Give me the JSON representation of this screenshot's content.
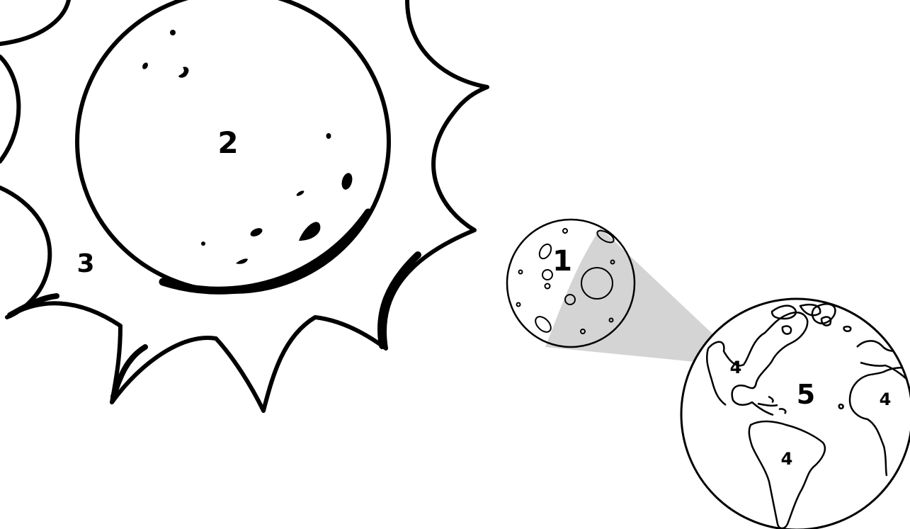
{
  "colors": {
    "outline": "#000000",
    "background": "#ffffff",
    "shadow_cone": "#d4d4d4"
  },
  "labels": {
    "moon": "1",
    "sun_core": "2",
    "sun_rays": "3",
    "land_north_america": "4",
    "land_south_america": "4",
    "land_africa": "4",
    "ocean": "5"
  }
}
